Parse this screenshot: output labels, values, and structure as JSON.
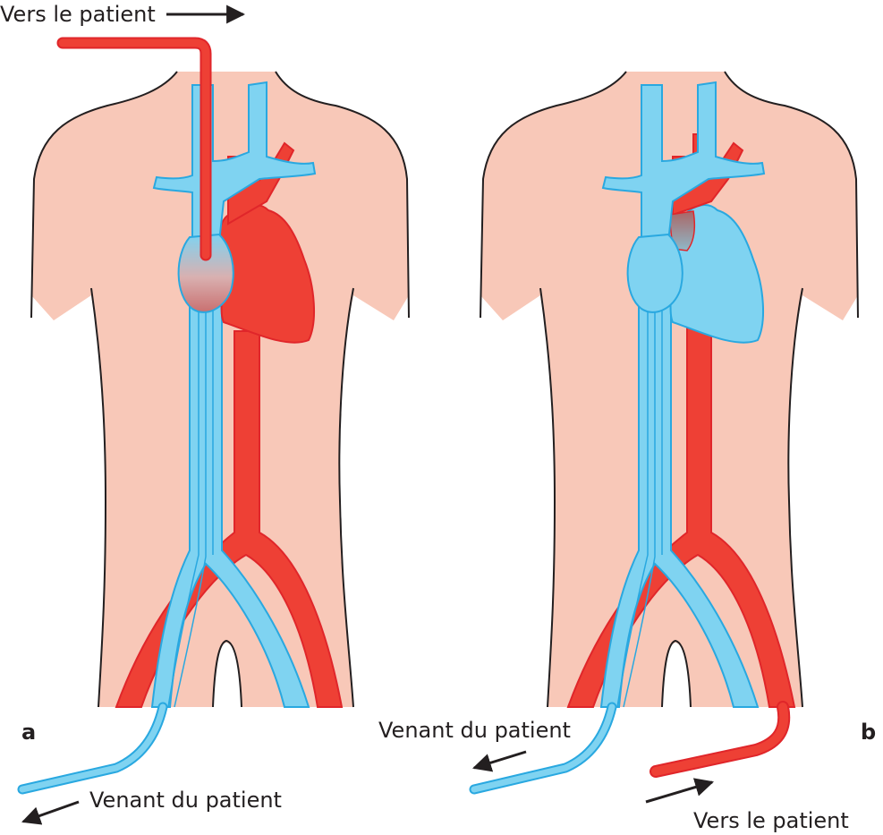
{
  "colors": {
    "skin": "#f8c8b8",
    "skin_outline": "#231f20",
    "artery": "#ee4035",
    "artery_outline": "#e0262a",
    "vein": "#7fd3f1",
    "vein_outline": "#29a8e0",
    "text": "#231f20",
    "background": "#ffffff"
  },
  "panel_a": {
    "letter": "a",
    "label_top": "Vers le patient",
    "label_bottom": "Venant du patient"
  },
  "panel_b": {
    "letter": "b",
    "label_venous": "Venant du patient",
    "label_arterial": "Vers le patient"
  }
}
